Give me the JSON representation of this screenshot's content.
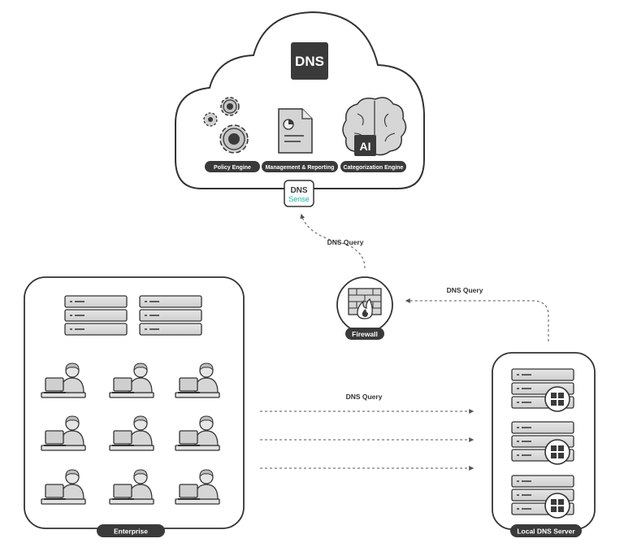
{
  "cloud": {
    "dns_badge": "DNS",
    "modules": [
      {
        "label": "Policy Engine",
        "icon": "gears-icon"
      },
      {
        "label": "Management & Reporting",
        "icon": "report-document-icon"
      },
      {
        "label": "Categorization Engine",
        "icon": "ai-brain-icon"
      }
    ],
    "ai_badge": "AI",
    "logo": {
      "line1": "DNS",
      "line2": "Sense"
    }
  },
  "firewall": {
    "label": "Firewall",
    "icon": "firewall-icon"
  },
  "enterprise": {
    "label": "Enterprise",
    "servers": 2,
    "users": 9
  },
  "local_dns_server": {
    "label": "Local DNS Server",
    "servers": 3,
    "icon": "windows-icon"
  },
  "flows": {
    "firewall_to_cloud": "DNS Query",
    "server_to_firewall": "DNS Query",
    "enterprise_to_server": "DNS Query"
  },
  "colors": {
    "dark": "#3a3a3a",
    "accent": "#17b3a3",
    "line": "#555555"
  }
}
